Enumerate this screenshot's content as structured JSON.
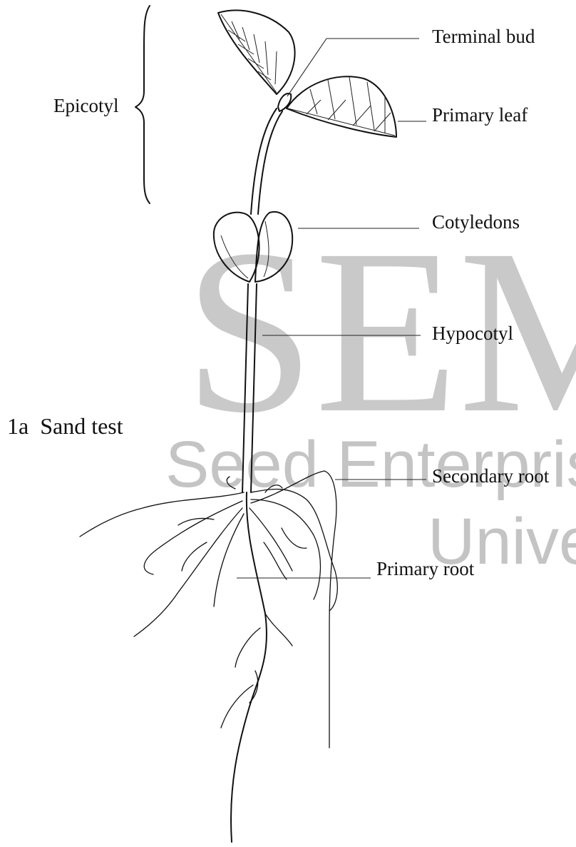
{
  "figure_label": "1a  Sand test",
  "labels": {
    "terminal_bud": "Terminal bud",
    "primary_leaf": "Primary leaf",
    "epicotyl": "Epicotyl",
    "cotyledons": "Cotyledons",
    "hypocotyl": "Hypocotyl",
    "secondary_root": "Secondary root",
    "primary_root": "Primary root"
  },
  "watermark": {
    "logo_text": "SEM",
    "line1": "Seed Enterpris",
    "line2": "Unive",
    "color": "#c9c9c9"
  },
  "colors": {
    "ink": "#111111",
    "background": "#ffffff"
  }
}
